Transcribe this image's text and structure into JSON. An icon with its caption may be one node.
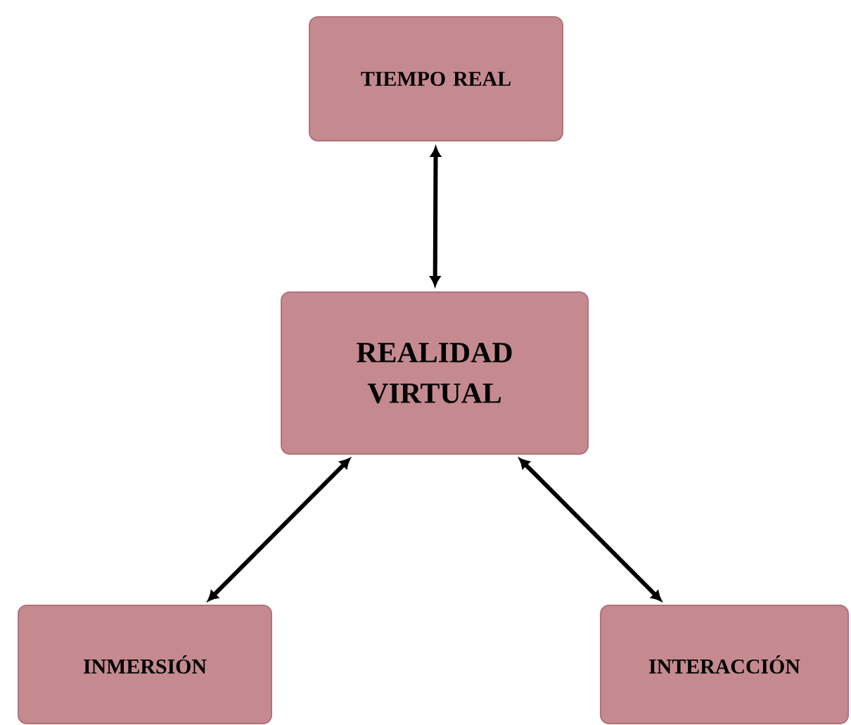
{
  "diagram": {
    "nodes": [
      {
        "text": [
          "TIEMPO REAL"
        ]
      },
      {
        "text": [
          "REALIDAD VIRTUAL"
        ]
      },
      {
        "text": [
          "INMERSIÓN"
        ]
      },
      {
        "text": [
          "INTERACCIÓN"
        ]
      }
    ],
    "edges": [
      {
        "from": 0,
        "to": 1,
        "arrow": "both"
      },
      {
        "from": 1,
        "to": 2,
        "arrow": "both"
      },
      {
        "from": 1,
        "to": 3,
        "arrow": "both"
      }
    ]
  }
}
